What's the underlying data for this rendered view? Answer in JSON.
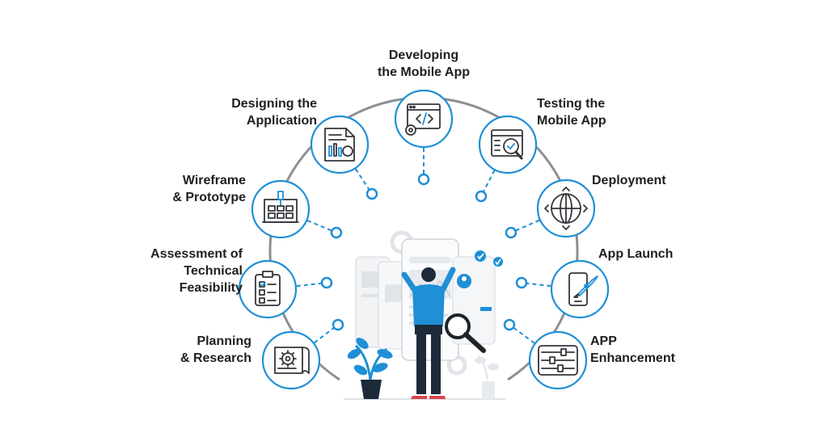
{
  "diagram": {
    "title": "",
    "center_illustration": "person-with-mobile-app-screens",
    "colors": {
      "accent": "#1f8fd6",
      "ring": "#8d8f92",
      "icon_stroke": "#33363b",
      "text": "#1f1f1f"
    },
    "steps": [
      {
        "id": "planning",
        "label": "Planning\n& Research",
        "icon": "gear-blueprint-icon"
      },
      {
        "id": "assessment",
        "label": "Assessment of\nTechnical\nFeasibility",
        "icon": "checklist-clipboard-icon"
      },
      {
        "id": "wireframe",
        "label": "Wireframe\n& Prototype",
        "icon": "wireframe-board-icon"
      },
      {
        "id": "designing",
        "label": "Designing the\nApplication",
        "icon": "design-document-icon"
      },
      {
        "id": "developing",
        "label": "Developing\nthe Mobile App",
        "icon": "code-window-icon"
      },
      {
        "id": "testing",
        "label": "Testing the\nMobile App",
        "icon": "testing-window-icon"
      },
      {
        "id": "deployment",
        "label": "Deployment",
        "icon": "globe-arrows-icon"
      },
      {
        "id": "launch",
        "label": "App Launch",
        "icon": "phone-rocket-icon"
      },
      {
        "id": "enhancement",
        "label": "APP\nEnhancement",
        "icon": "sliders-icon"
      }
    ]
  }
}
